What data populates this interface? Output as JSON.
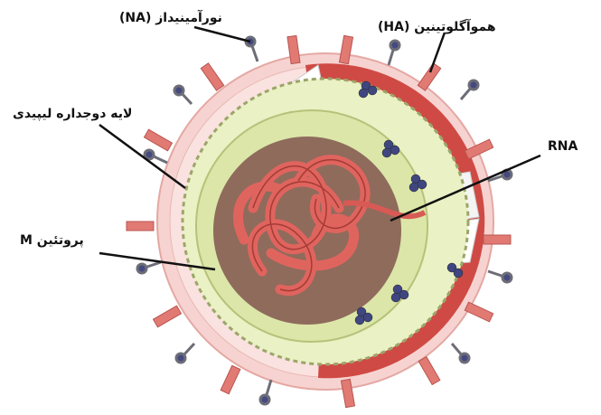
{
  "labels": {
    "na": "نورآمینیداز (NA)",
    "ha": "هموآگلوتینین (HA)",
    "lipid": "لایه دوجداره لیپیدی",
    "rna": "RNA",
    "m_protein": "پروتئین M"
  },
  "colors": {
    "envelope": "#f2c9c6",
    "interior": "#d24a45",
    "rna": "#e0645e",
    "lipid": "#e8f0c0",
    "matrix": "#9a6a5a",
    "spike_ha": "#e0726c",
    "spike_na": "#7a7a88",
    "na_head": "#3a3f7a"
  }
}
